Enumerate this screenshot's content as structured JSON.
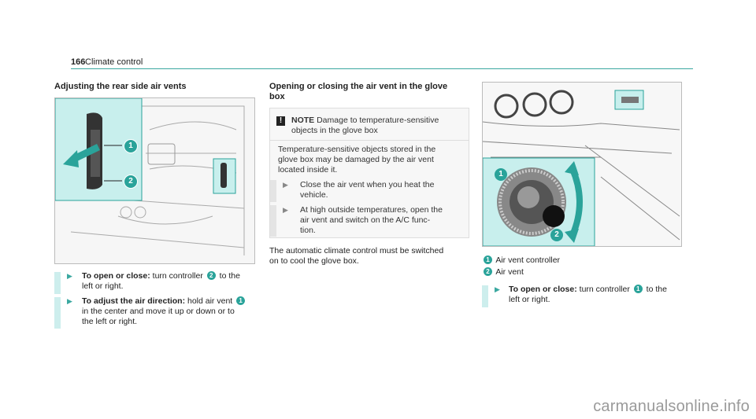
{
  "header": {
    "page_number": "166",
    "section_title": "Climate control"
  },
  "left": {
    "heading": "Adjusting the rear side air vents",
    "steps": [
      {
        "bold": "To open or close:",
        "text_a": " turn controller ",
        "num": "2",
        "text_b": " to the",
        "line2": "left or right."
      },
      {
        "bold": "To adjust the air direction:",
        "text_a": " hold air vent ",
        "num": "1",
        "line2": "in the center and move it up or down or to",
        "line3": "the left or right."
      }
    ],
    "callouts": [
      "1",
      "2"
    ]
  },
  "middle": {
    "heading_line1": "Opening or closing the air vent in the glove",
    "heading_line2": "box",
    "note": {
      "icon": "!",
      "label": "NOTE",
      "line1": "Damage to temperature-sensitive",
      "line2": "objects in the glove box",
      "body_line1": "Temperature-sensitive objects stored in the",
      "body_line2": "glove box may be damaged by the air vent",
      "body_line3": "located inside it.",
      "bullet1_line1": "Close the air vent when you heat the",
      "bullet1_line2": "vehicle.",
      "bullet2_line1": "At high outside temperatures, open the",
      "bullet2_line2": "air vent and switch on the A/C func-",
      "bullet2_line3": "tion."
    },
    "para_line1": "The automatic climate control must be switched",
    "para_line2": "on to cool the glove box."
  },
  "right": {
    "legend": [
      {
        "num": "1",
        "text": "Air vent controller"
      },
      {
        "num": "2",
        "text": "Air vent"
      }
    ],
    "step": {
      "bold": "To open or close:",
      "text_a": " turn controller ",
      "num": "1",
      "text_b": " to the",
      "line2": "left or right."
    },
    "callouts": [
      "1",
      "2"
    ]
  },
  "watermark": "carmanualsonline.info",
  "colors": {
    "accent": "#2aa39a",
    "highlight": "#c8efed"
  }
}
